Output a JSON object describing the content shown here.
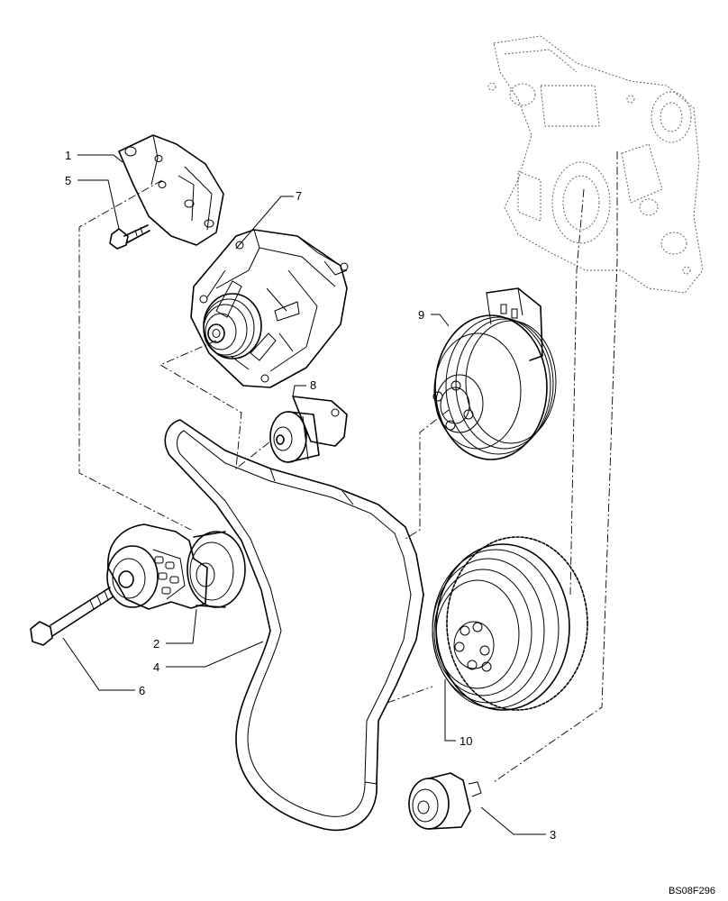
{
  "figure": {
    "code": "BS08F296",
    "callouts": [
      "1",
      "2",
      "3",
      "4",
      "5",
      "6",
      "7",
      "8",
      "9",
      "10"
    ]
  },
  "parts": [
    {
      "ref": "1",
      "icon": "bracket-icon"
    },
    {
      "ref": "2",
      "icon": "belt-tensioner-icon"
    },
    {
      "ref": "3",
      "icon": "idler-pulley-icon"
    },
    {
      "ref": "4",
      "icon": "serpentine-belt-icon"
    },
    {
      "ref": "5",
      "icon": "bolt-icon"
    },
    {
      "ref": "6",
      "icon": "long-bolt-icon"
    },
    {
      "ref": "7",
      "icon": "alternator-icon"
    },
    {
      "ref": "8",
      "icon": "idler-pulley-icon"
    },
    {
      "ref": "9",
      "icon": "water-pump-pulley-icon"
    },
    {
      "ref": "10",
      "icon": "crankshaft-damper-icon"
    }
  ]
}
